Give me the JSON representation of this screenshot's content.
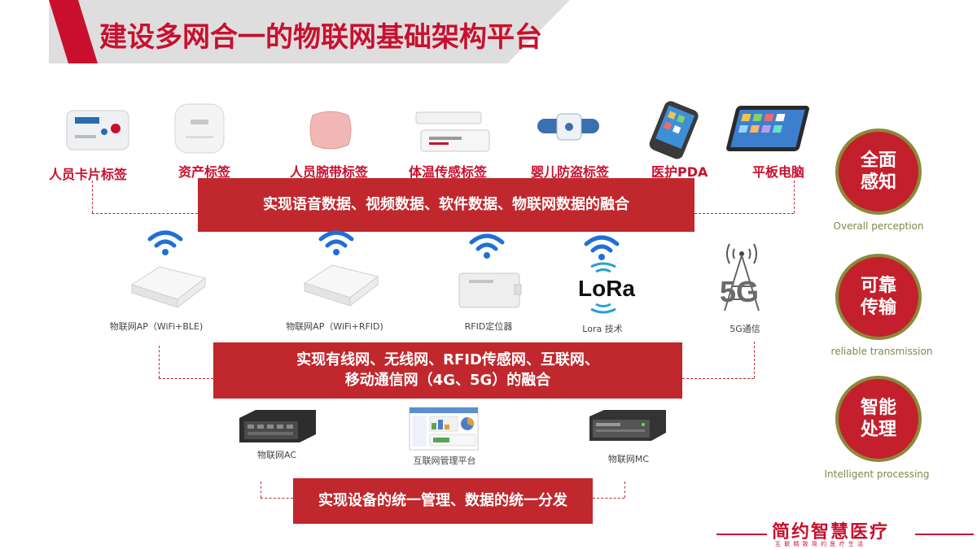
{
  "title": "建设多网合一的物联网基础架构平台",
  "perception_devices": [
    {
      "label": "人员卡片标签",
      "icon": "badge-card-tag-icon"
    },
    {
      "label": "资产标签",
      "icon": "asset-tag-icon"
    },
    {
      "label": "人员腕带标签",
      "icon": "wristband-tag-icon"
    },
    {
      "label": "体温传感标签",
      "icon": "temperature-sensor-tag-icon"
    },
    {
      "label": "婴儿防盗标签",
      "icon": "infant-anti-theft-tag-icon"
    },
    {
      "label": "医护PDA",
      "icon": "pda-icon"
    },
    {
      "label": "平板电脑",
      "icon": "tablet-icon"
    }
  ],
  "banner_data_fusion": "实现语音数据、视频数据、软件数据、物联网数据的融合",
  "network_devices": [
    {
      "label": "物联网AP（WiFi+BLE)",
      "icon": "access-point-icon"
    },
    {
      "label": "物联网AP（WiFi+RFID)",
      "icon": "access-point-icon"
    },
    {
      "label": "RFID定位器",
      "icon": "rfid-locator-icon"
    },
    {
      "label": "Lora 技术",
      "icon": "lora-icon"
    },
    {
      "label": "5G通信",
      "icon": "5g-tower-icon"
    }
  ],
  "lora_logo_text": "LoRa",
  "fiveg_logo_text": "5G",
  "banner_network_fusion_line1": "实现有线网、无线网、RFID传感网、互联网、",
  "banner_network_fusion_line2": "移动通信网（4G、5G）的融合",
  "management_devices": [
    {
      "label": "物联网AC",
      "icon": "ac-controller-icon"
    },
    {
      "label": "互联网管理平台",
      "icon": "management-platform-icon"
    },
    {
      "label": "物联网MC",
      "icon": "mc-server-icon"
    }
  ],
  "banner_management": "实现设备的统一管理、数据的统一分发",
  "side_features": [
    {
      "line1": "全面",
      "line2": "感知",
      "en": "Overall perception"
    },
    {
      "line1": "可靠",
      "line2": "传输",
      "en": "reliable transmission"
    },
    {
      "line1": "智能",
      "line2": "处理",
      "en": "Intelligent processing"
    }
  ],
  "brand": "简约智慧医疗",
  "brand_sub": "互 联 精 致 简 约 医 疗 生 活",
  "colors": {
    "accent_red": "#c0282d",
    "title_red": "#c8102e",
    "wifi_blue": "#1f6fd6",
    "circle_ring": "#8a8a3a"
  }
}
